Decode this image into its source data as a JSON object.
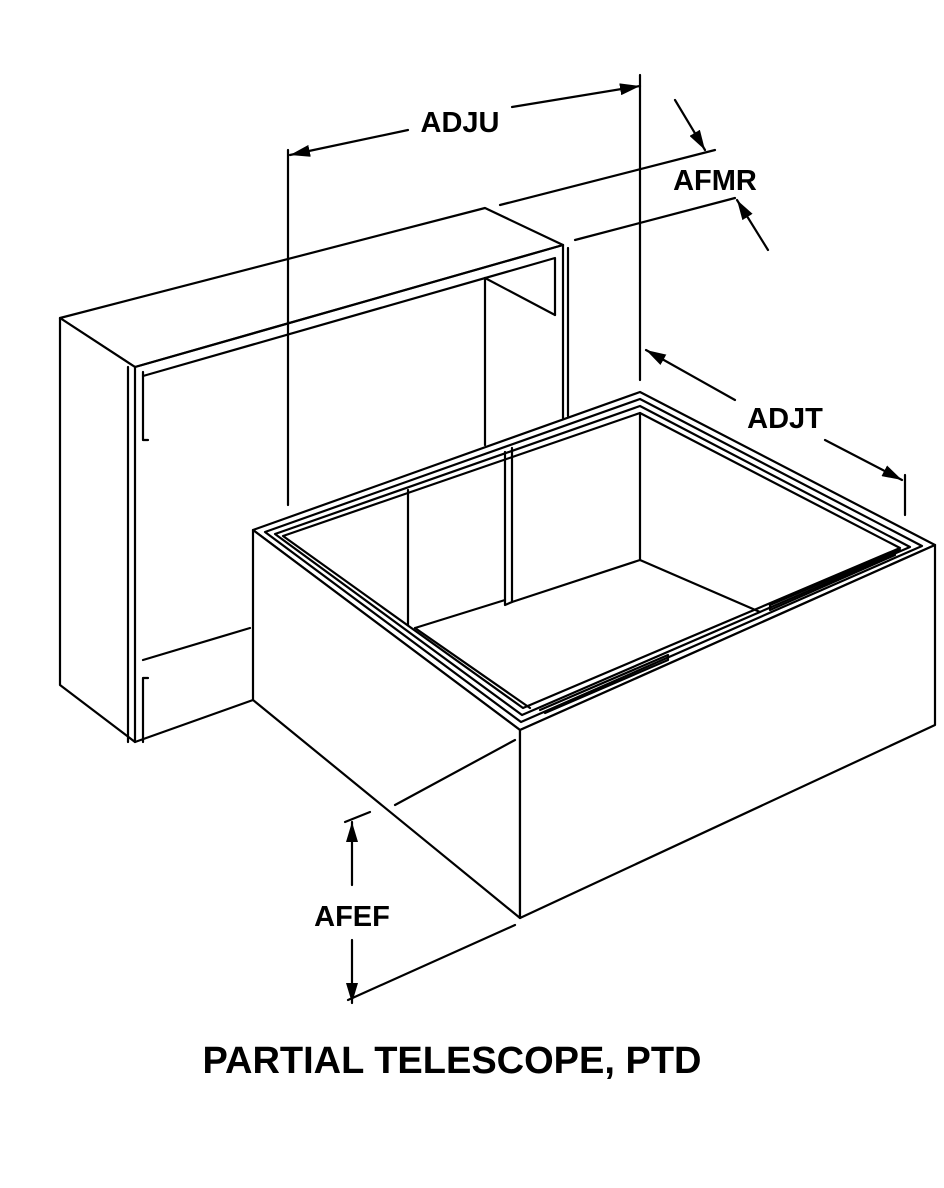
{
  "title": "PARTIAL TELESCOPE, PTD",
  "dimensions": {
    "length": "ADJU",
    "width": "ADJT",
    "overlap": "AFMR",
    "height": "AFEF"
  }
}
